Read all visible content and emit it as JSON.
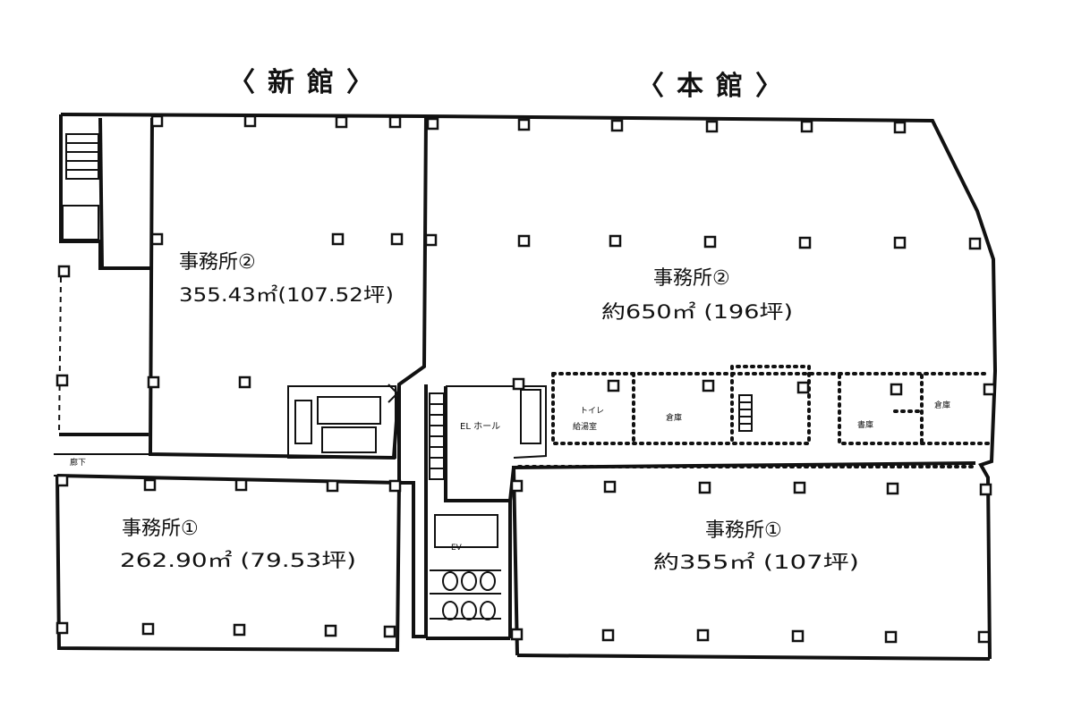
{
  "headings": {
    "new_building": "〈新館〉",
    "main_building": "〈本館〉"
  },
  "rooms": {
    "new_office_2": {
      "name": "事務所②",
      "area": "355.43㎡(107.52坪)"
    },
    "new_office_1": {
      "name": "事務所①",
      "area": "262.90㎡ (79.53坪)"
    },
    "main_office_2": {
      "name": "事務所②",
      "area": "約650㎡ (196坪)"
    },
    "main_office_1": {
      "name": "事務所①",
      "area": "約355㎡ (107坪)"
    }
  },
  "small_labels": {
    "elevator": "EL ホール",
    "toilet": "トイレ",
    "kyutoushitsu": "給湯室",
    "souko": "倉庫",
    "shoko": "書庫",
    "ev_room": "EV",
    "corridor": "廊下"
  }
}
